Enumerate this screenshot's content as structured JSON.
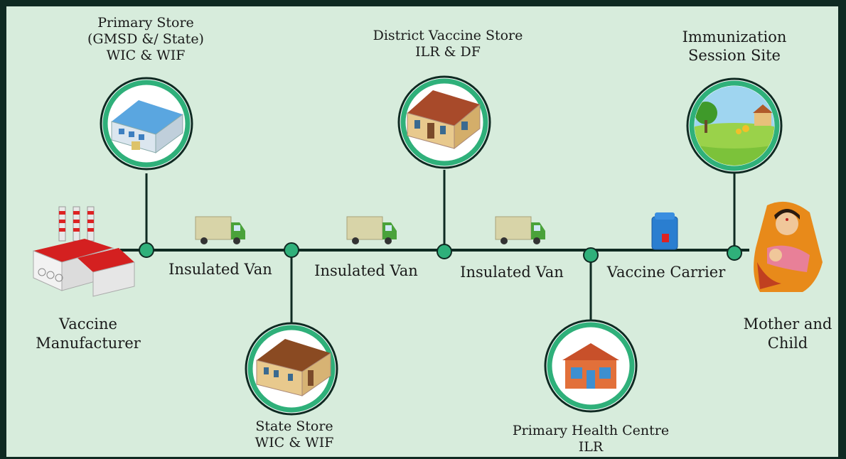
{
  "nodes": {
    "manufacturer": {
      "line1": "Vaccine",
      "line2": "Manufacturer"
    },
    "primary_store": {
      "line1": "Primary Store",
      "line2": "(GMSD &/ State)",
      "line3": "WIC & WIF"
    },
    "state_store": {
      "line1": "State Store",
      "line2": "WIC & WIF"
    },
    "district_store": {
      "line1": "District Vaccine Store",
      "line2": "ILR & DF"
    },
    "phc": {
      "line1": "Primary Health Centre",
      "line2": "ILR"
    },
    "session_site": {
      "line1": "Immunization",
      "line2": "Session Site"
    },
    "mother_child": {
      "line1": "Mother and",
      "line2": "Child"
    }
  },
  "links": {
    "van1": "Insulated Van",
    "van2": "Insulated Van",
    "van3": "Insulated Van",
    "carrier": "Vaccine Carrier"
  },
  "colors": {
    "background": "#d7ecdc",
    "frame": "#0f2a22",
    "node_ring": "#2fb07a",
    "line": "#0f2a22"
  }
}
